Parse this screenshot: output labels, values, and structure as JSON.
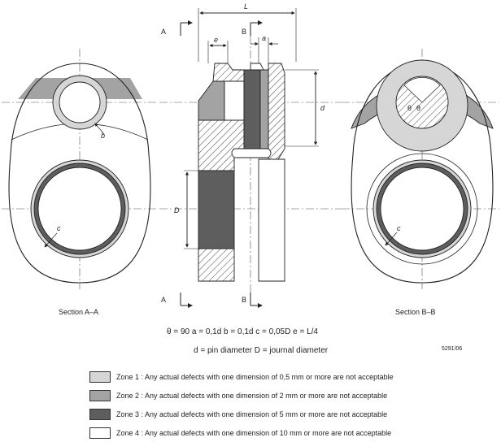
{
  "labels": {
    "section_a": "Section A–A",
    "section_b": "Section B–B",
    "A": "A",
    "B": "B",
    "L": "L",
    "e": "e",
    "a": "a",
    "d": "d",
    "D": "D",
    "b": "b",
    "c": "c",
    "theta": "θ"
  },
  "formulas": {
    "line1": "θ = 90     a = 0,1d     b = 0,1d     c = 0,05D     e = L/4",
    "line2": "d  =  pin diameter       D  =  journal diameter",
    "figure_id": "5291/06"
  },
  "zones": [
    {
      "text": "Zone 1 : Any actual defects with one dimension of 0,5 mm or more are not acceptable",
      "color": "#d6d6d6"
    },
    {
      "text": "Zone 2 : Any actual defects with one dimension of 2 mm or more are not acceptable",
      "color": "#a3a3a3"
    },
    {
      "text": "Zone 3 : Any actual defects with one dimension of 5 mm or more are not acceptable",
      "color": "#5e5e5e"
    },
    {
      "text": "Zone 4 : Any actual defects with one dimension of 10 mm or more are not acceptable",
      "color": "#ffffff"
    }
  ]
}
